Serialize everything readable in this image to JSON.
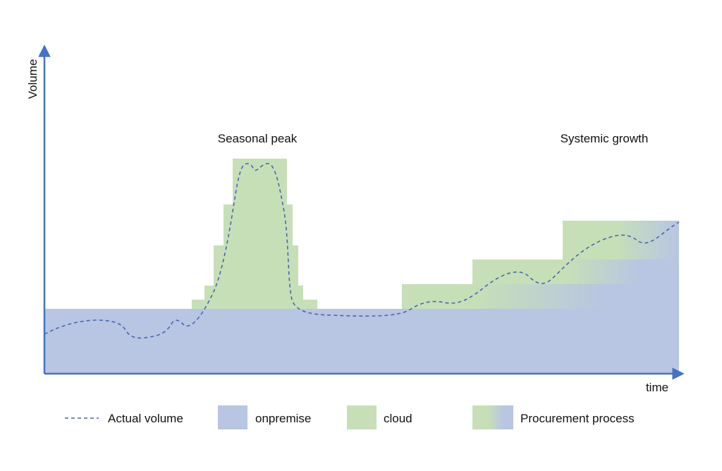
{
  "chart_data": {
    "type": "area",
    "ylabel": "Volume",
    "xlabel": "time",
    "annotations": [
      {
        "text": "Seasonal peak"
      },
      {
        "text": "Systemic growth"
      }
    ],
    "legend": {
      "placement": "bottom",
      "items": [
        {
          "label": "Actual volume",
          "kind": "dashed-line",
          "color": "#4a66b0"
        },
        {
          "label": "onpremise",
          "kind": "swatch",
          "color": "#b8c5e3"
        },
        {
          "label": "cloud",
          "kind": "swatch",
          "color": "#c7dfb7"
        },
        {
          "label": "Procurement process",
          "kind": "gradient-swatch",
          "color_from": "#c7dfb7",
          "color_to": "#b8c5e3"
        }
      ]
    },
    "colors": {
      "axis": "#4472c4",
      "onpremise": "#b8c5e3",
      "cloud": "#c7dfb7",
      "actual_line": "#4a66b0"
    }
  }
}
